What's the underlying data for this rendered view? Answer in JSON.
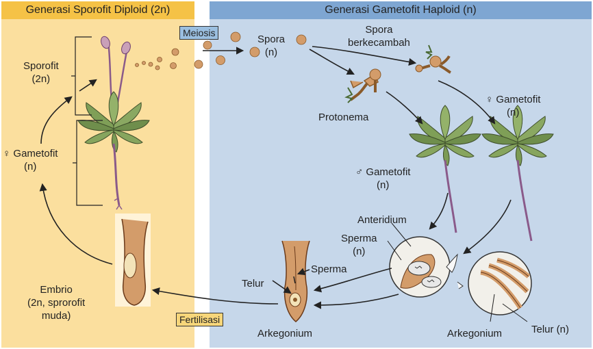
{
  "headers": {
    "left": "Generasi Sporofit Diploid (2n)",
    "right": "Generasi Gametofit Haploid (n)"
  },
  "stages": {
    "sporofit": "Sporofit\n(2n)",
    "gametofit_female_left": "♀ Gametofit\n(n)",
    "meiosis": "Meiosis",
    "spora": "Spora\n(n)",
    "spora_berkecambah": "Spora\nberkecambah",
    "protonema": "Protonema",
    "gametofit_female_right": "♀ Gametofit\n(n)",
    "gametofit_male": "♂ Gametofit\n(n)",
    "anteridium": "Anteridium",
    "sperma_n": "Sperma\n(n)",
    "sperma": "Sperma",
    "telur": "Telur",
    "arkegonium_left": "Arkegonium",
    "arkegonium_right": "Arkegonium",
    "telur_n": "Telur (n)",
    "fertilisasi": "Fertilisasi",
    "embrio": "Embrio\n(2n, sprorofit\nmuda)"
  },
  "colors": {
    "diploid_panel": "#fbdf9e",
    "diploid_header": "#f5c246",
    "haploid_panel": "#c6d7ea",
    "haploid_header": "#7ea6d2",
    "spore": "#d39c6a",
    "leaf": "#7f9f57",
    "stalk": "#8a5a8a"
  }
}
